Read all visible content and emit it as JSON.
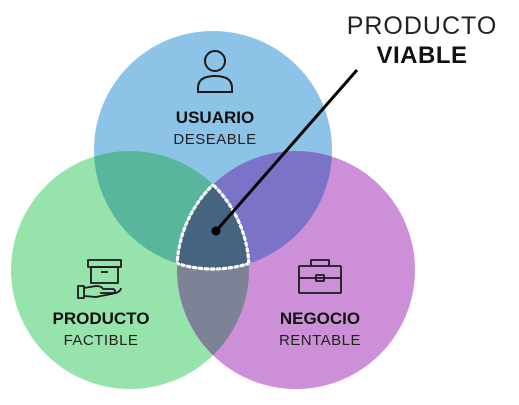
{
  "callout": {
    "line1": "PRODUCTO",
    "line2": "VIABLE"
  },
  "circles": [
    {
      "id": "usuario",
      "title": "USUARIO",
      "subtitle": "DESEABLE",
      "icon": "user-icon",
      "color": "#8cc3e6"
    },
    {
      "id": "producto",
      "title": "PRODUCTO",
      "subtitle": "FACTIBLE",
      "icon": "box-in-hand-icon",
      "color": "#96e3ac"
    },
    {
      "id": "negocio",
      "title": "NEGOCIO",
      "subtitle": "RENTABLE",
      "icon": "briefcase-icon",
      "color": "#cd90d8"
    }
  ],
  "colors": {
    "overlap_usuario_producto": "#59b59b",
    "overlap_usuario_negocio": "#7b73c7",
    "overlap_producto_negocio": "#7e8296",
    "center": "#46647f"
  }
}
